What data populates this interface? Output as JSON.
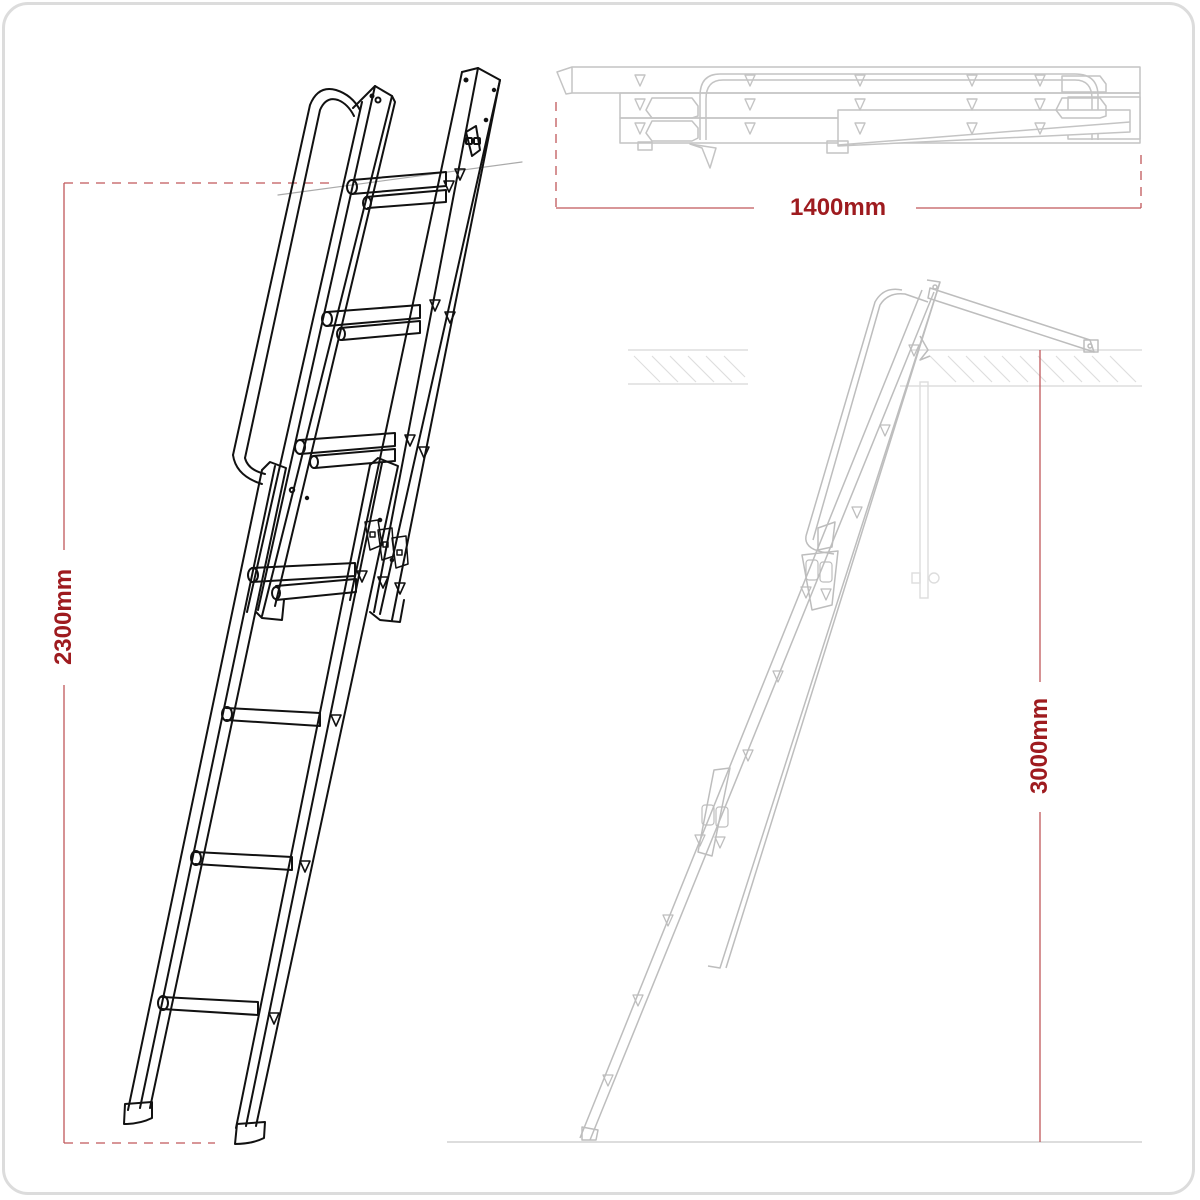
{
  "diagram": {
    "subject": "loft ladder dimension drawing",
    "colors": {
      "dimension_text": "#9e1b1f",
      "dimension_line": "#c0575a",
      "ladder_main_stroke": "#111111",
      "ladder_ghost_stroke": "#bdbdbd",
      "floor_line": "#dddddd",
      "frame_border": "#dcdcdc"
    },
    "views": [
      {
        "id": "folded-top-view",
        "label": "1400mm",
        "dimension": "width",
        "orientation": "horizontal"
      },
      {
        "id": "stowed-ladder-view",
        "label": "2300mm",
        "dimension": "stowed height",
        "orientation": "vertical"
      },
      {
        "id": "deployed-side-view",
        "label": "3000mm",
        "dimension": "floor to ceiling height",
        "orientation": "vertical"
      }
    ],
    "dimensions": {
      "width_label": "1400mm",
      "stowed_height_label": "2300mm",
      "ceiling_height_label": "3000mm"
    }
  }
}
